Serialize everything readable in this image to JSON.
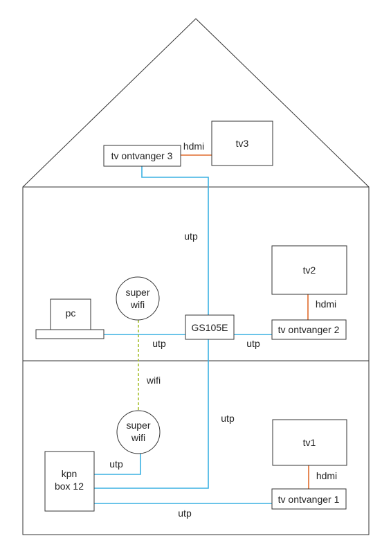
{
  "colors": {
    "utp": "#3ab0e2",
    "hdmi": "#e06a2a",
    "wifi": "#a6bf2e",
    "outline": "#333333",
    "text": "#222222"
  },
  "devices": {
    "tv_ontvanger_3": "tv ontvanger 3",
    "tv3": "tv3",
    "tv2": "tv2",
    "tv_ontvanger_2": "tv ontvanger 2",
    "pc": "pc",
    "gs105e": "GS105E",
    "super_wifi_top": [
      "super",
      "wifi"
    ],
    "super_wifi_bottom": [
      "super",
      "wifi"
    ],
    "kpn_box": [
      "kpn",
      "box 12"
    ],
    "tv1": "tv1",
    "tv_ontvanger_1": "tv ontvanger 1"
  },
  "connections": {
    "hdmi_tv3": "hdmi",
    "hdmi_tv2": "hdmi",
    "hdmi_tv1": "hdmi",
    "utp_upper": "utp",
    "utp_pc": "utp",
    "utp_tv2": "utp",
    "utp_lower": "utp",
    "utp_kpn_wifi": "utp",
    "utp_bottom": "utp",
    "wifi": "wifi"
  }
}
